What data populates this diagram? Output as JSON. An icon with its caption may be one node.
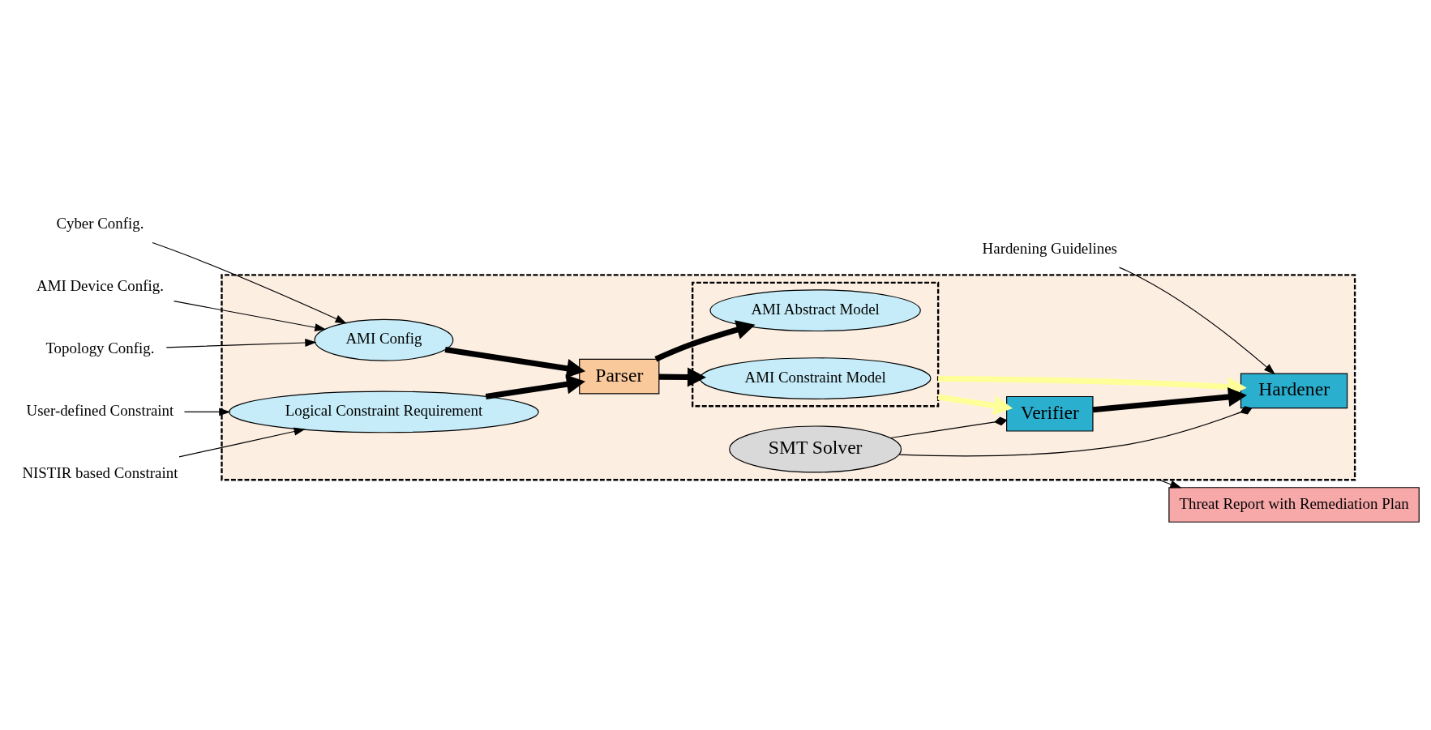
{
  "diagram": {
    "nodes": [
      {
        "text": [],
        "shape": "box"
      },
      {
        "text": [
          "AMI Device Config."
        ]
      },
      {
        "text": [
          "Topology Config."
        ]
      },
      {
        "text": [
          "Cyber Config."
        ]
      },
      {
        "text": [
          "AMI Config"
        ],
        "in": 0
      },
      {
        "text": [
          "Parser"
        ],
        "in": 0
      },
      {
        "text": [
          "Logical Constraint Requirement"
        ],
        "in": 0
      },
      {
        "text": [
          "User-defined Constraint"
        ]
      },
      {
        "text": [
          "NISTIR based Constraint"
        ]
      },
      {
        "text": [],
        "shape": "box",
        "in": 0
      },
      {
        "text": [
          "AMI Abstract Model"
        ],
        "in": 9
      },
      {
        "text": [
          "AMI Constraint Model"
        ],
        "in": 9
      },
      {
        "text": [
          "Hardening Guidelines"
        ]
      },
      {
        "text": [
          "Hardener"
        ],
        "in": 0
      },
      {
        "text": [
          "SMT Solver"
        ],
        "in": 0
      },
      {
        "text": [
          "Verifier"
        ],
        "in": 0
      },
      {
        "text": [
          "Threat Report with Remediation Plan"
        ]
      }
    ],
    "edges": [
      {
        "from": 1,
        "to": 4,
        "arrow": "to"
      },
      {
        "from": 2,
        "to": 4,
        "arrow": "to"
      },
      {
        "from": 3,
        "to": 4,
        "arrow": "to"
      },
      {
        "from": 4,
        "to": 5,
        "arrow": "to",
        "style": "thick"
      },
      {
        "from": 6,
        "to": 5,
        "arrow": "to",
        "style": "thick"
      },
      {
        "from": 7,
        "to": 6,
        "arrow": "to"
      },
      {
        "from": 8,
        "to": 6,
        "arrow": "to"
      },
      {
        "from": 5,
        "to": 10,
        "arrow": "to",
        "style": "thick"
      },
      {
        "from": 5,
        "to": 11,
        "arrow": "to",
        "style": "thick"
      },
      {
        "from": 9,
        "to": 13,
        "arrow": "to",
        "style": "thick",
        "color": "#ffff99"
      },
      {
        "from": 9,
        "to": 15,
        "arrow": "to",
        "style": "thick",
        "color": "#ffff99"
      },
      {
        "from": 15,
        "to": 13,
        "arrow": "to",
        "style": "thick"
      },
      {
        "from": 14,
        "to": 13,
        "arrow": "other"
      },
      {
        "from": 14,
        "to": 15,
        "arrow": "other"
      },
      {
        "from": 12,
        "to": 13,
        "arrow": "to"
      },
      {
        "from": 0,
        "to": 16,
        "arrow": "to"
      }
    ]
  }
}
